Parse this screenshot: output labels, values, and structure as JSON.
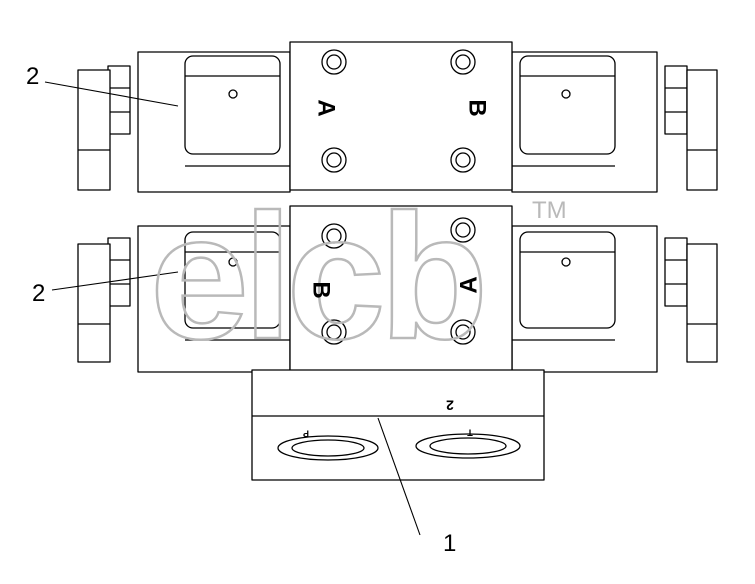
{
  "callouts": {
    "upper_valve": "2",
    "lower_valve": "2",
    "base_plate": "1"
  },
  "ports": {
    "upper_left": "A",
    "upper_right": "B",
    "lower_left": "B",
    "lower_right": "A",
    "base_top": "2",
    "base_left": "P",
    "base_right": "T"
  },
  "watermark": {
    "text": "elcb",
    "mark": "TM"
  }
}
